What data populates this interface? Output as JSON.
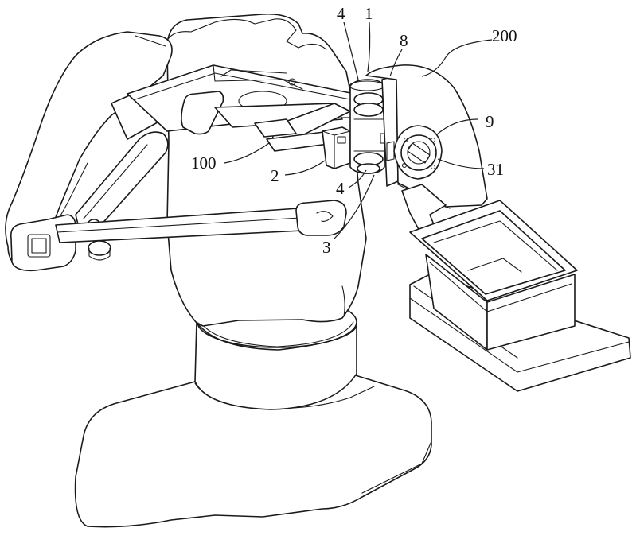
{
  "labels": {
    "l4a": "4",
    "l1": "1",
    "l8": "8",
    "l200": "200",
    "l9": "9",
    "l31": "31",
    "l100": "100",
    "l2": "2",
    "l4b": "4",
    "l3": "3"
  }
}
